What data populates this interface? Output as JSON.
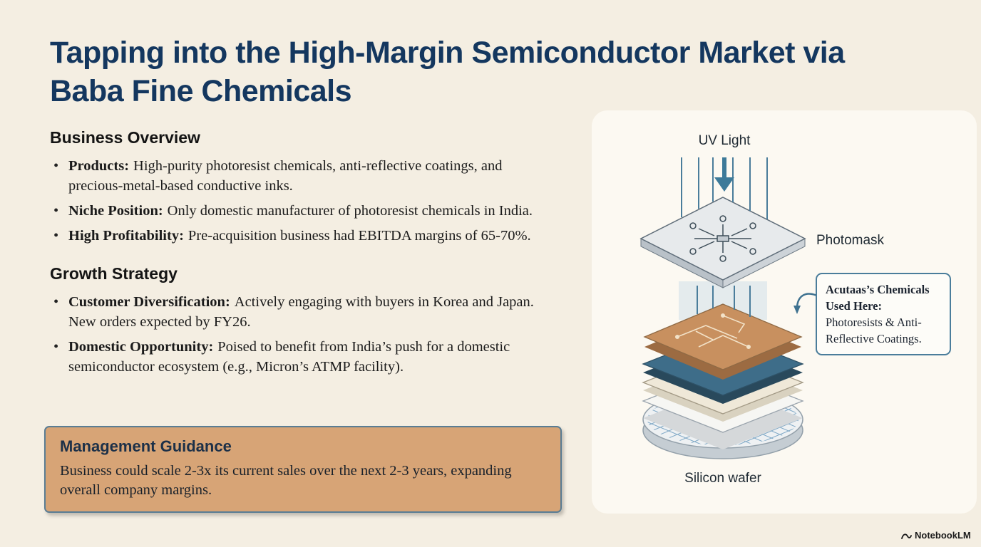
{
  "slide": {
    "title": "Tapping into the High-Margin Semiconductor Market via Baba Fine Chemicals",
    "sections": [
      {
        "heading": "Business Overview",
        "bullets": [
          {
            "lead": "Products:",
            "text": "High-purity photoresist chemicals, anti-reflective coatings, and precious-metal-based conductive inks."
          },
          {
            "lead": "Niche Position:",
            "text": "Only domestic manufacturer of photoresist chemicals in India."
          },
          {
            "lead": "High Profitability:",
            "text": "Pre-acquisition business had EBITDA margins of 65-70%."
          }
        ]
      },
      {
        "heading": "Growth Strategy",
        "bullets": [
          {
            "lead": "Customer Diversification:",
            "text": "Actively engaging with buyers in Korea and Japan. New orders expected by FY26."
          },
          {
            "lead": "Domestic Opportunity:",
            "text": "Poised to benefit from India’s push for a domestic semiconductor ecosystem (e.g., Micron’s ATMP facility)."
          }
        ]
      }
    ],
    "callout": {
      "heading": "Management Guidance",
      "text": "Business could scale 2-3x its current sales over the next 2-3 years, expanding overall company margins."
    }
  },
  "diagram": {
    "labels": {
      "uv_light": "UV Light",
      "photomask": "Photomask",
      "silicon_wafer": "Silicon wafer"
    },
    "chemical_callout": {
      "lead": "Acutaas’s Chemicals Used Here:",
      "text": "Photoresists & Anti-Reflective Coatings."
    }
  },
  "footer": {
    "brand": "NotebookLM"
  },
  "colors": {
    "background": "#f4eee2",
    "panel": "#fcf9f2",
    "title_navy": "#14375f",
    "accent_blue": "#4a7d9b",
    "callout_tan": "#d7a476",
    "layer_tan": "#c8905f",
    "layer_blue": "#3e6d89"
  }
}
